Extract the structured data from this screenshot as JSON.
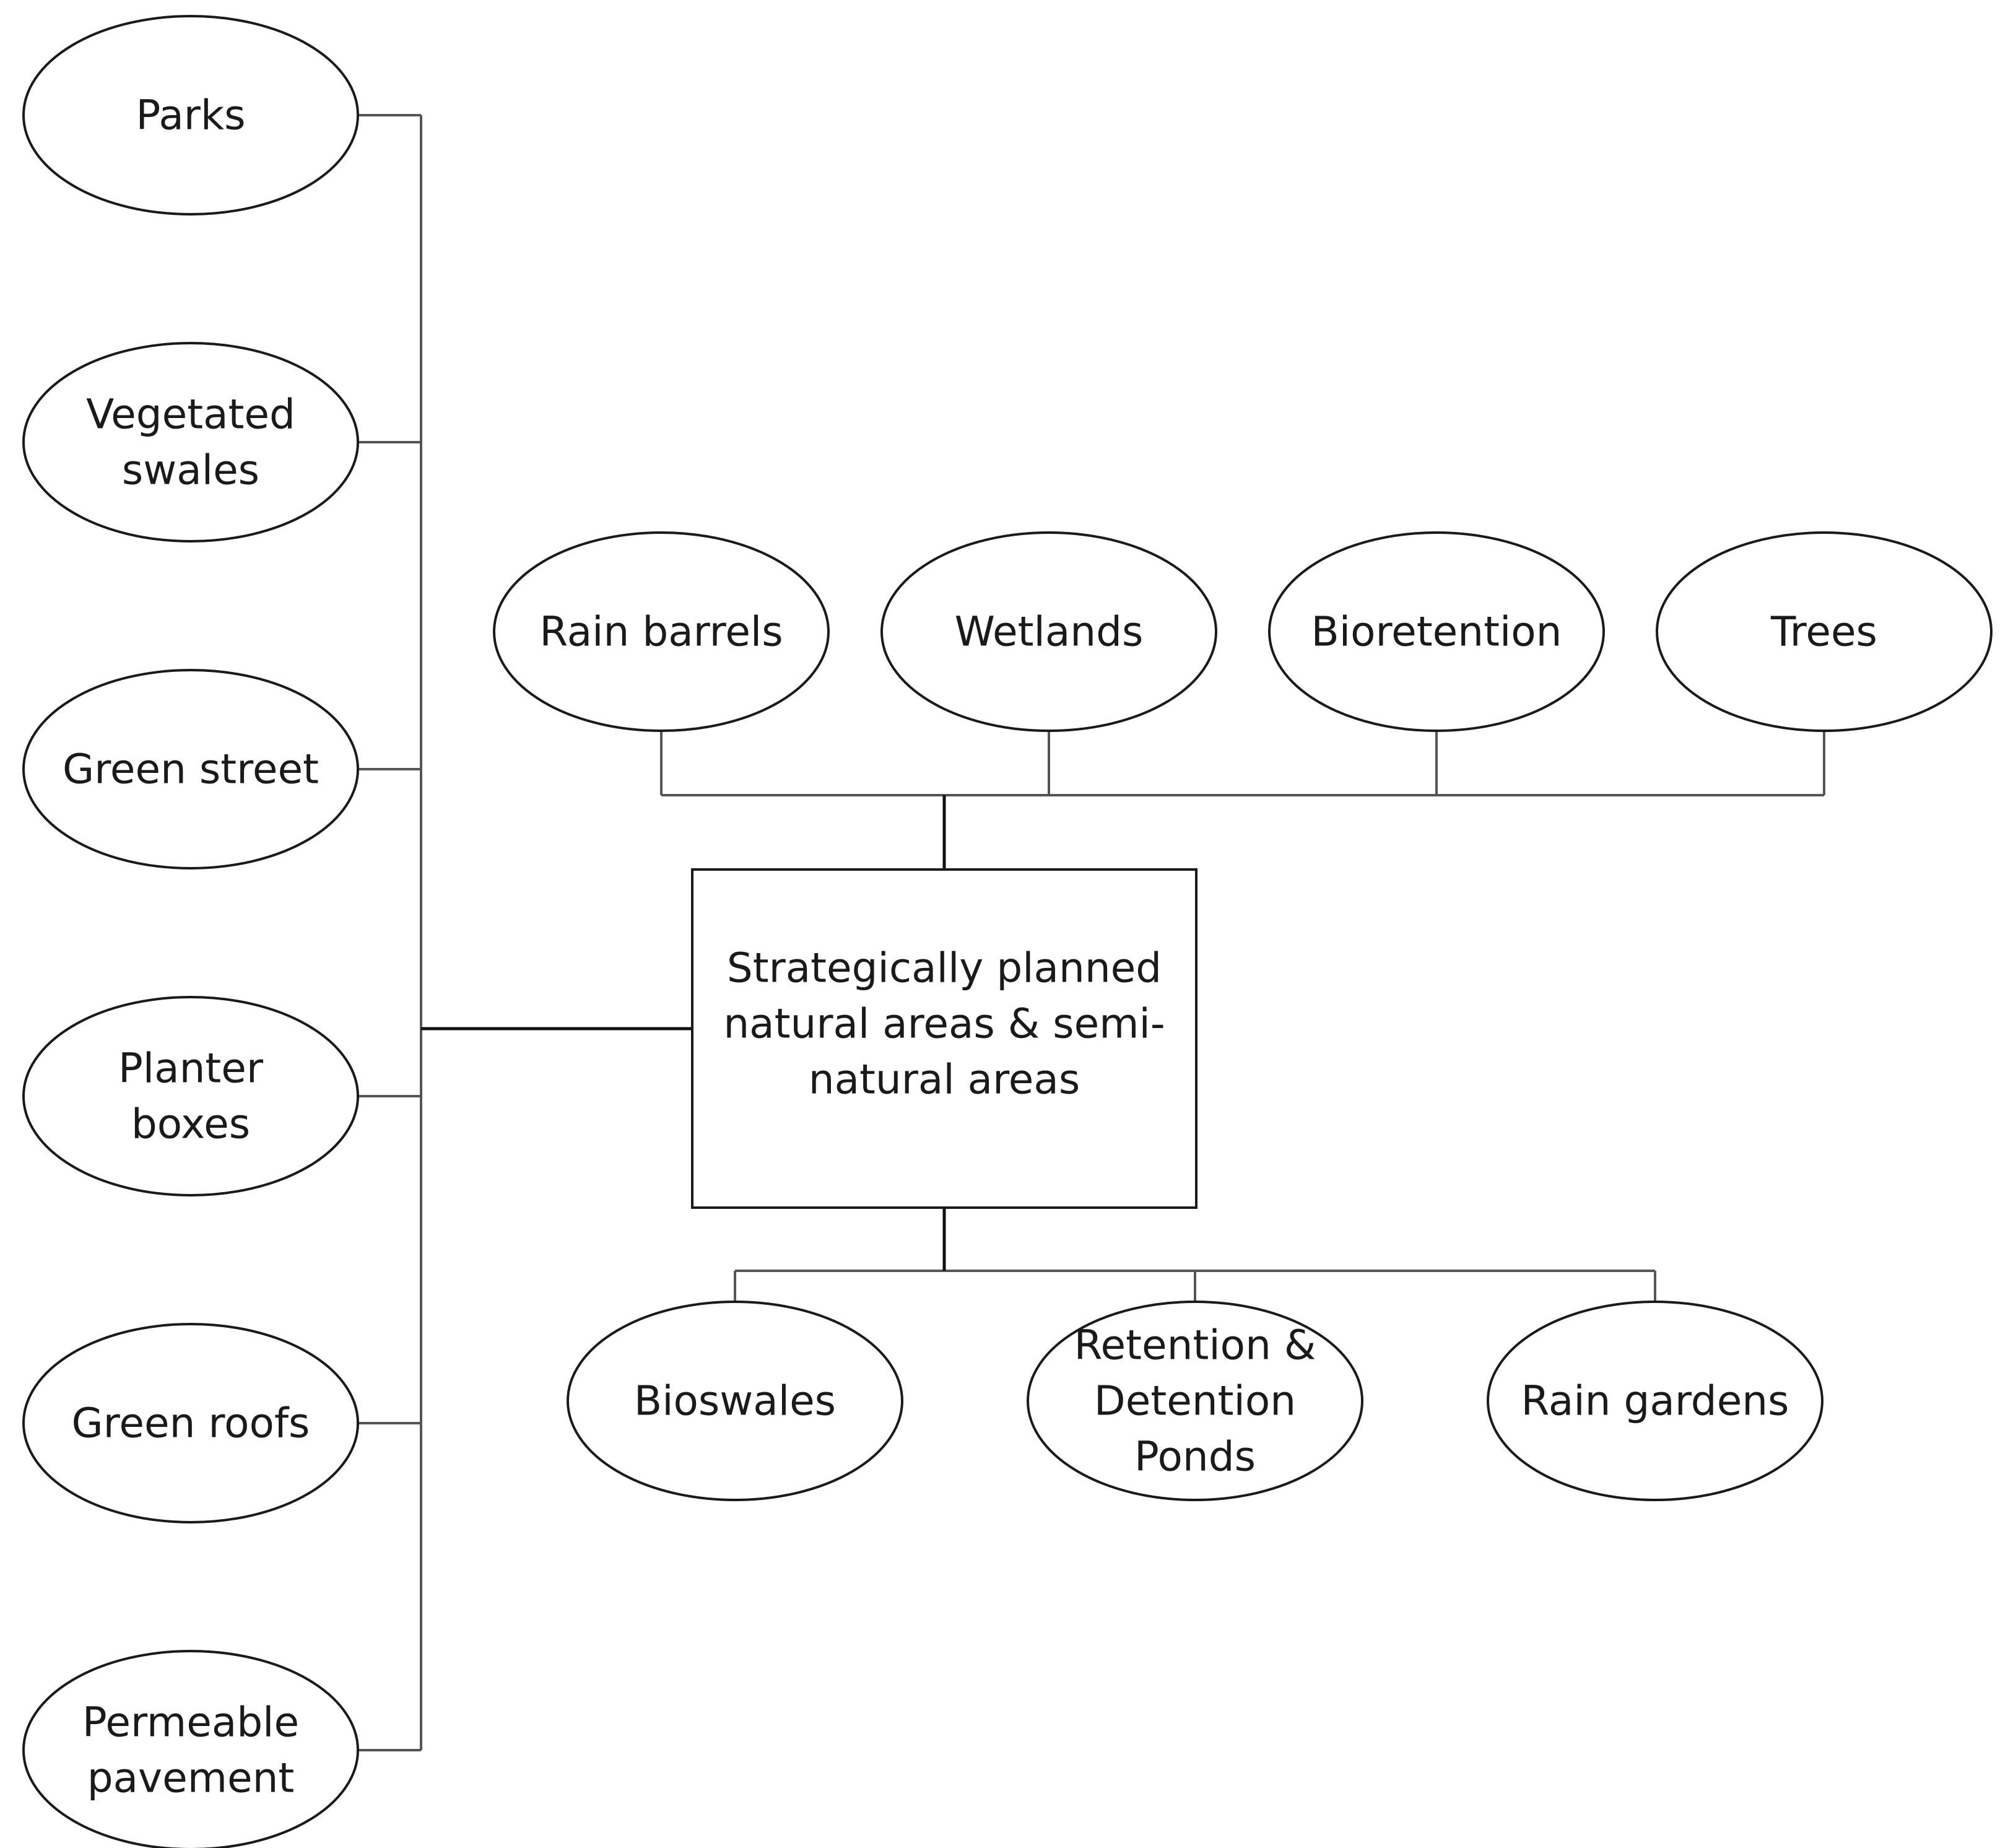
{
  "diagram": {
    "center": {
      "lines": [
        "Strategically planned",
        "natural areas & semi-",
        "natural areas"
      ]
    },
    "left_nodes": [
      {
        "id": "parks",
        "lines": [
          "Parks"
        ]
      },
      {
        "id": "vegetated-swales",
        "lines": [
          "Vegetated",
          "swales"
        ]
      },
      {
        "id": "green-street",
        "lines": [
          "Green street"
        ]
      },
      {
        "id": "planter-boxes",
        "lines": [
          "Planter",
          "boxes"
        ]
      },
      {
        "id": "green-roofs",
        "lines": [
          "Green roofs"
        ]
      },
      {
        "id": "permeable-pavement",
        "lines": [
          "Permeable",
          "pavement"
        ]
      }
    ],
    "top_nodes": [
      {
        "id": "rain-barrels",
        "lines": [
          "Rain barrels"
        ]
      },
      {
        "id": "wetlands",
        "lines": [
          "Wetlands"
        ]
      },
      {
        "id": "bioretention",
        "lines": [
          "Bioretention"
        ]
      },
      {
        "id": "trees",
        "lines": [
          "Trees"
        ]
      }
    ],
    "bottom_nodes": [
      {
        "id": "bioswales",
        "lines": [
          "Bioswales"
        ]
      },
      {
        "id": "retention-detention-ponds",
        "lines": [
          "Retention &",
          "Detention",
          "Ponds"
        ]
      },
      {
        "id": "rain-gardens",
        "lines": [
          "Rain gardens"
        ]
      }
    ]
  }
}
